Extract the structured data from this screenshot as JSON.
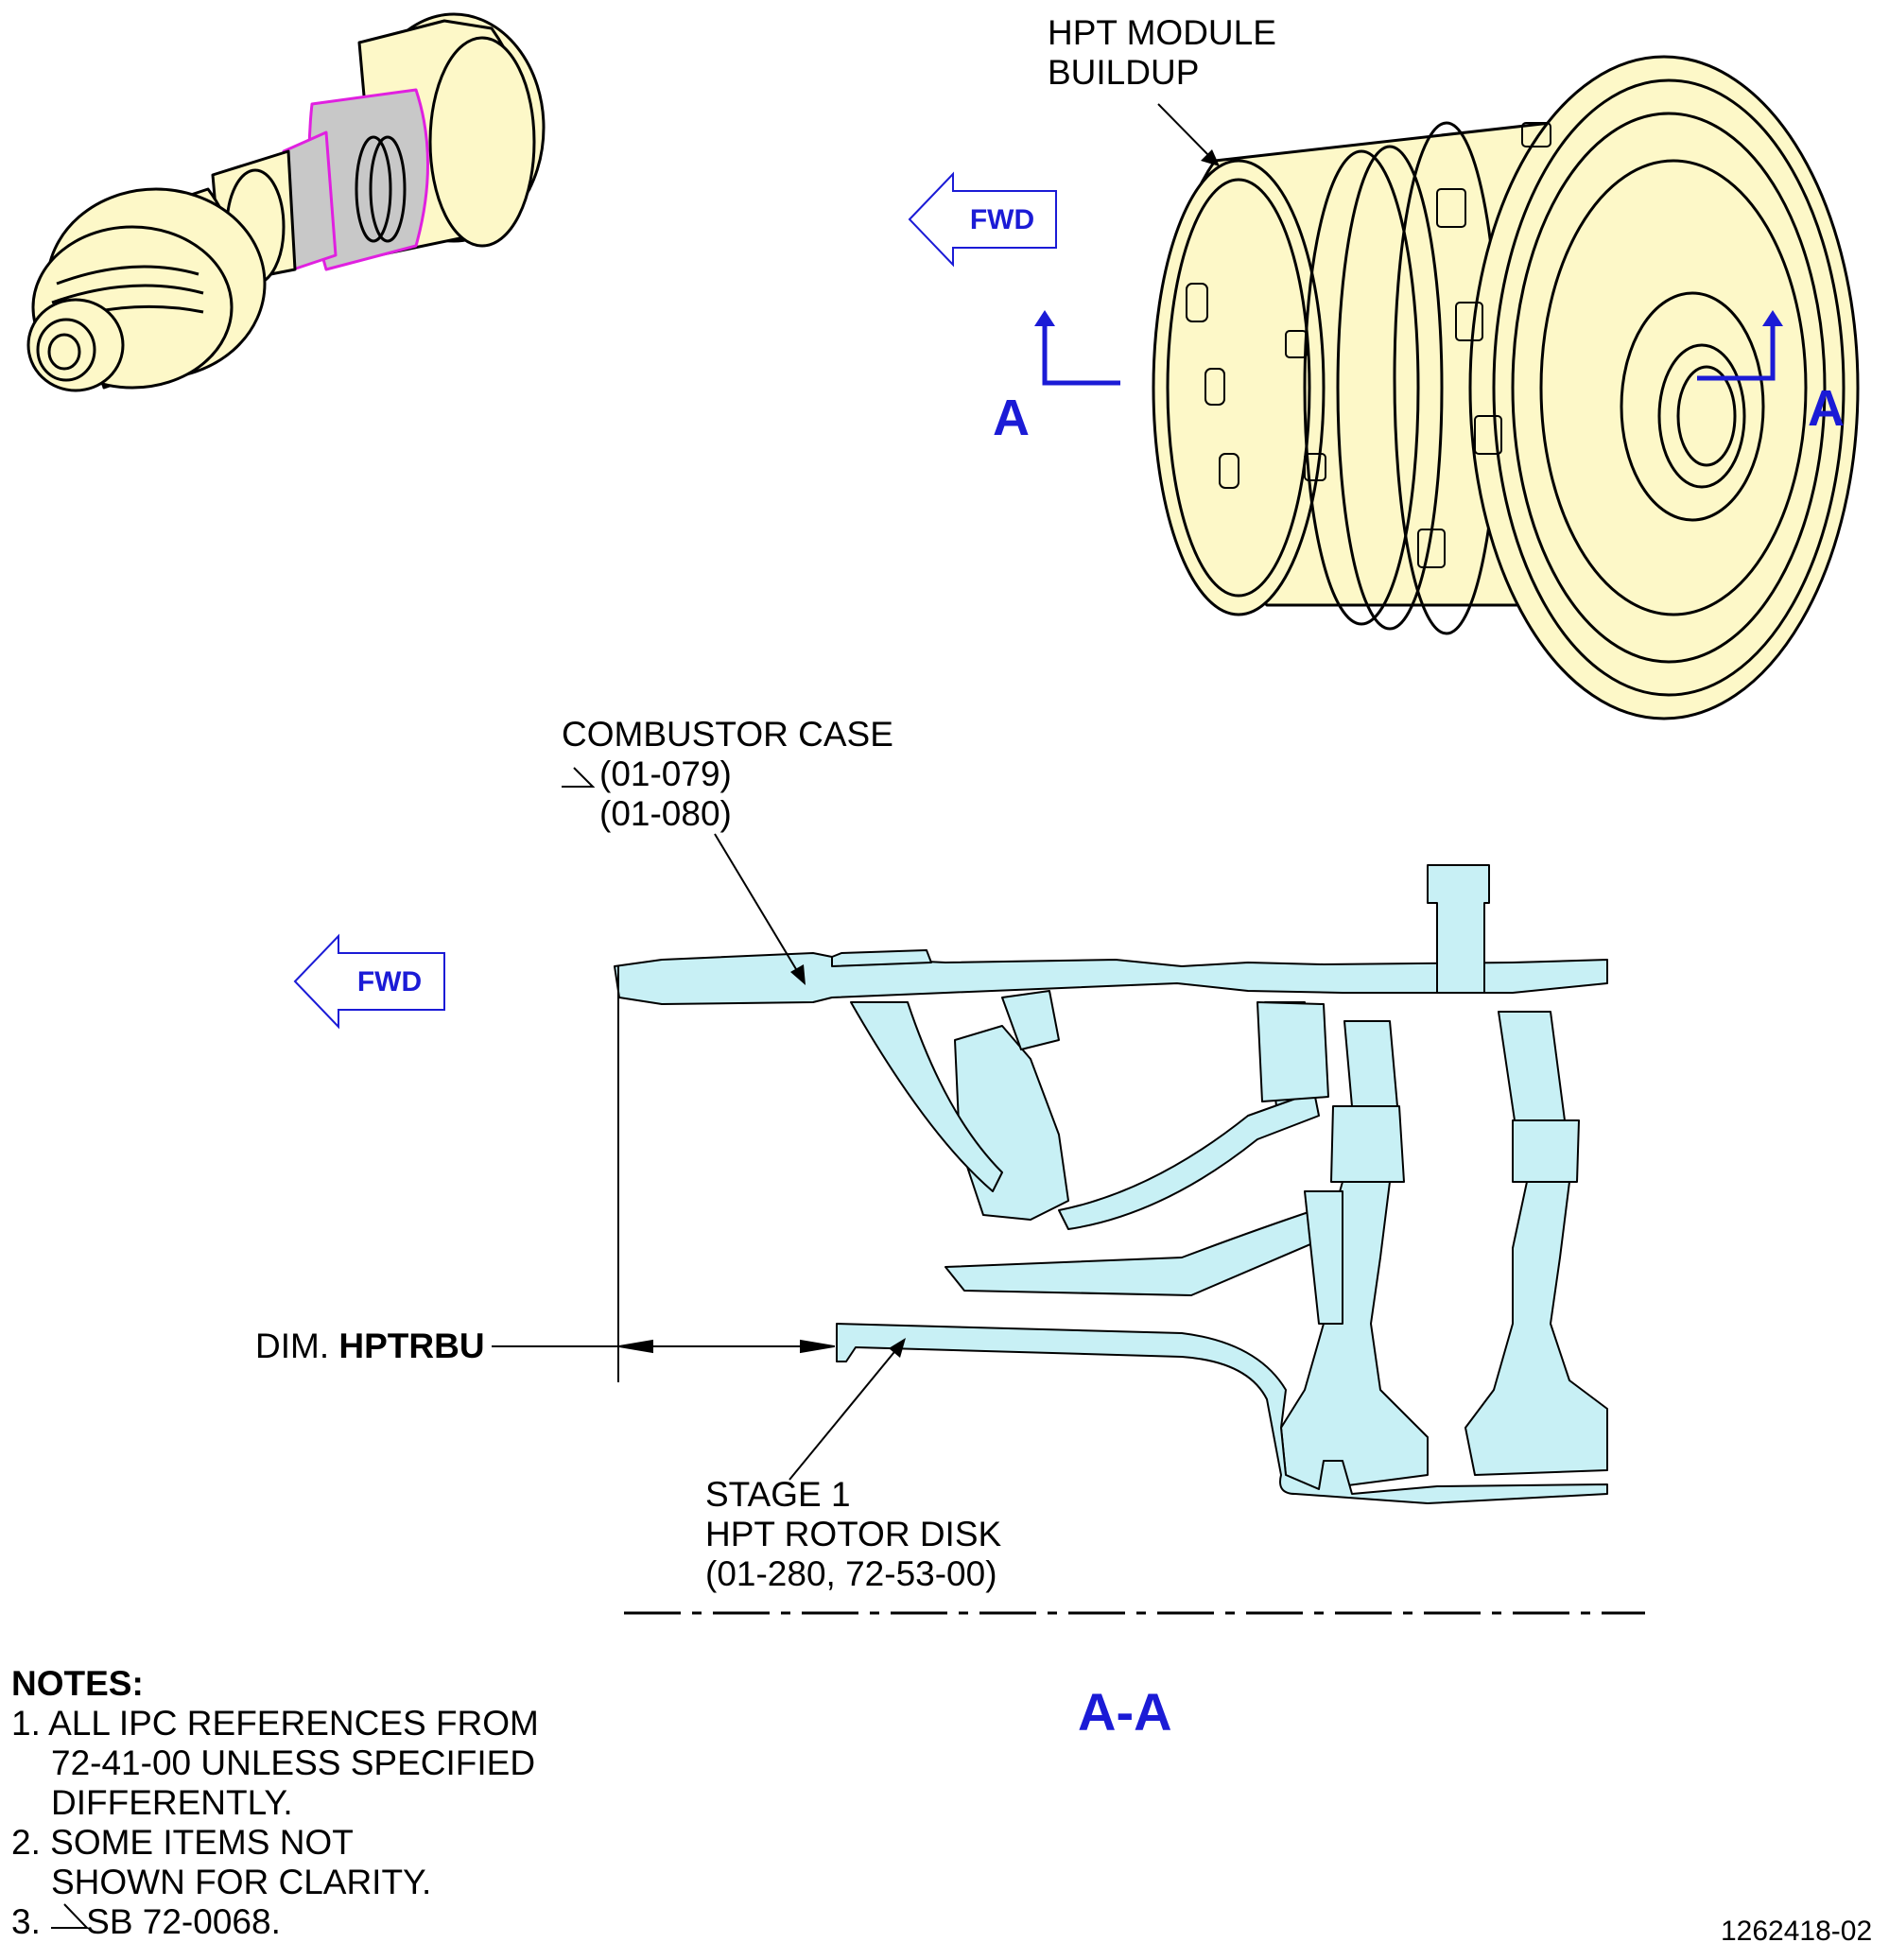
{
  "labels": {
    "hpt_module_line1": "HPT MODULE",
    "hpt_module_line2": "BUILDUP",
    "combustor_line1": "COMBUSTOR CASE",
    "combustor_line2": "(01-079)",
    "combustor_line3": "(01-080)",
    "dim_prefix": "DIM.",
    "dim_name": "HPTRBU",
    "stage1_line1": "STAGE 1",
    "stage1_line2": "HPT ROTOR DISK",
    "stage1_line3": "(01-280, 72-53-00)",
    "fwd_top": "FWD",
    "fwd_left": "FWD",
    "section_left": "A",
    "section_right": "A",
    "section_title": "A-A",
    "figure_number": "1262418-02"
  },
  "notes": {
    "heading": "NOTES:",
    "n1_line1": "1. ALL IPC REFERENCES FROM",
    "n1_line2": "72-41-00 UNLESS SPECIFIED",
    "n1_line3": "DIFFERENTLY.",
    "n2_line1": "2. SOME ITEMS NOT",
    "n2_line2": "SHOWN FOR CLARITY.",
    "n3_prefix": "3.",
    "n3_text": "SB 72-0068."
  },
  "colors": {
    "part_fill": "#fdf8c8",
    "section_fill": "#c8f0f5",
    "highlight_fill": "#c8c8c8",
    "highlight_outline": "#e020e0",
    "annotation_blue": "#1b1bd6"
  }
}
